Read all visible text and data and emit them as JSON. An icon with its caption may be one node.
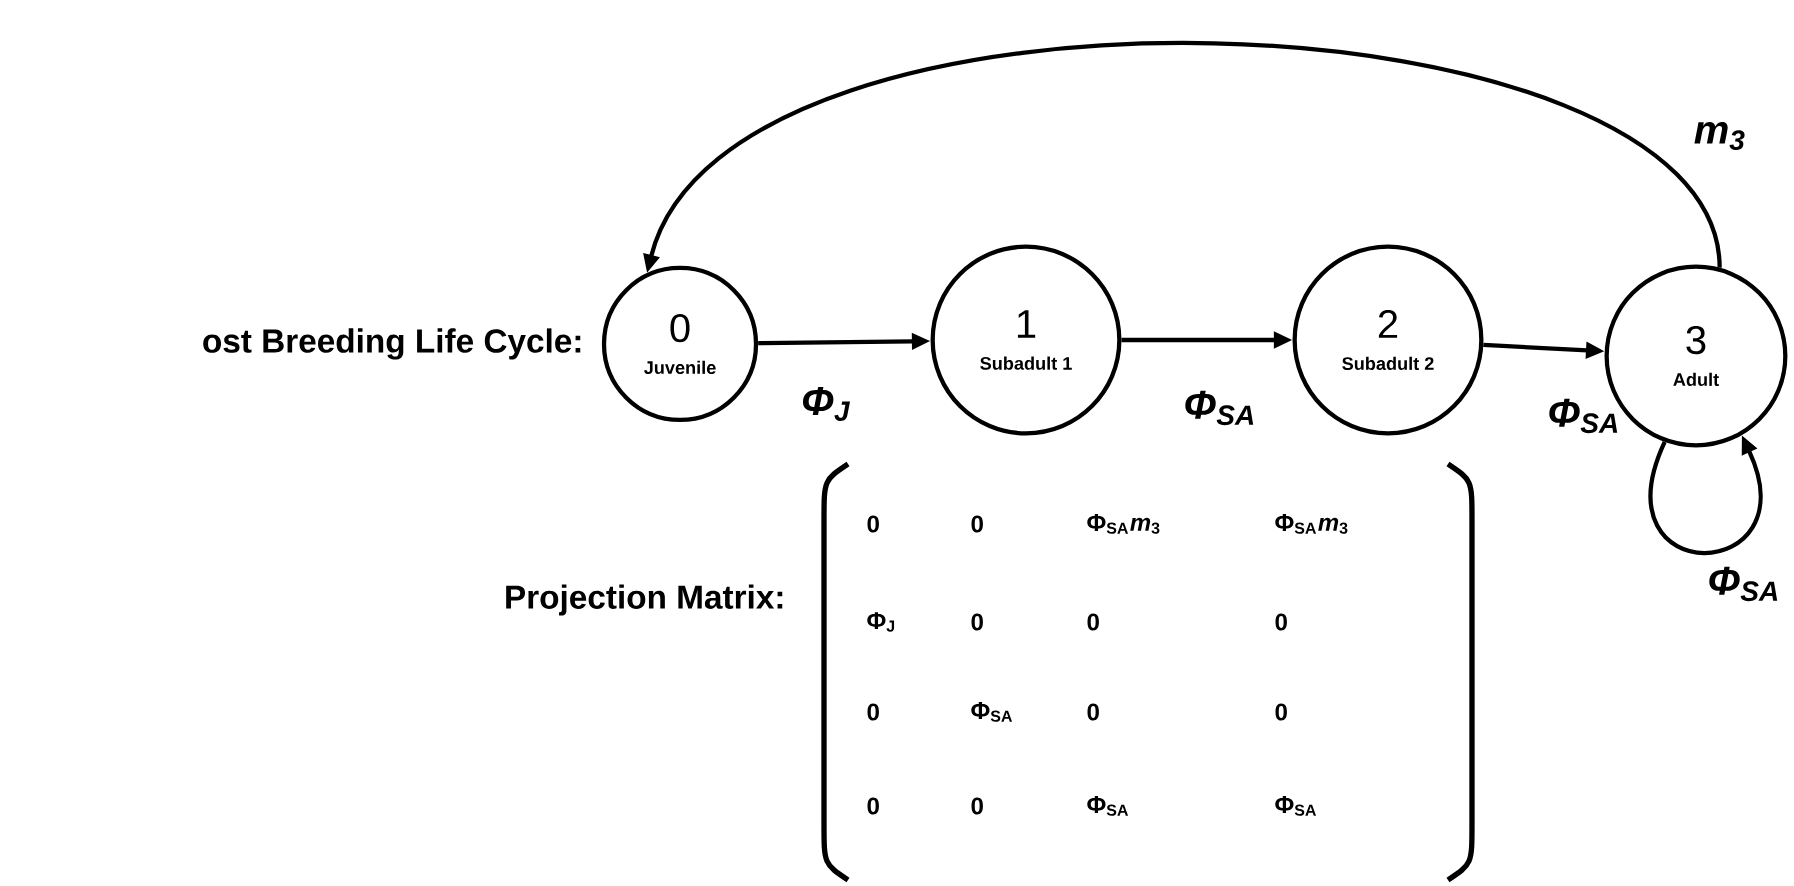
{
  "diagram": {
    "nodes": [
      {
        "text": [
          "0",
          "Juvenile"
        ]
      },
      {
        "text": [
          "1",
          "Subadult 1"
        ]
      },
      {
        "text": [
          "2",
          "Subadult 2"
        ]
      },
      {
        "text": [
          "3",
          "Adult"
        ]
      }
    ],
    "edges": [
      {
        "from": 0,
        "to": 1,
        "arrow": "to",
        "label": "Φ$_{J}$"
      },
      {
        "from": 1,
        "to": 2,
        "arrow": "to",
        "label": "Φ$_{SA}$"
      },
      {
        "from": 2,
        "to": 3,
        "arrow": "to",
        "label": "Φ$_{SA}$"
      },
      {
        "from": 3,
        "to": 0,
        "arrow": "to",
        "label": "*m*$_{3}$"
      },
      {
        "from": 3,
        "to": 3,
        "arrow": "to",
        "label": "Φ$_{SA}$"
      }
    ],
    "labels": [
      "ost Breeding Life Cycle:",
      "Projection Matrix:",
      "0",
      "0",
      "Φ$_{SA}$*m*$_{3}$",
      "Φ$_{SA}$*m*$_{3}$",
      "Φ$_{J}$",
      "0",
      "0",
      "0",
      "0",
      "Φ$_{SA}$",
      "0",
      "0",
      "0",
      "0",
      "Φ$_{SA}$",
      "Φ$_{SA}$"
    ]
  }
}
